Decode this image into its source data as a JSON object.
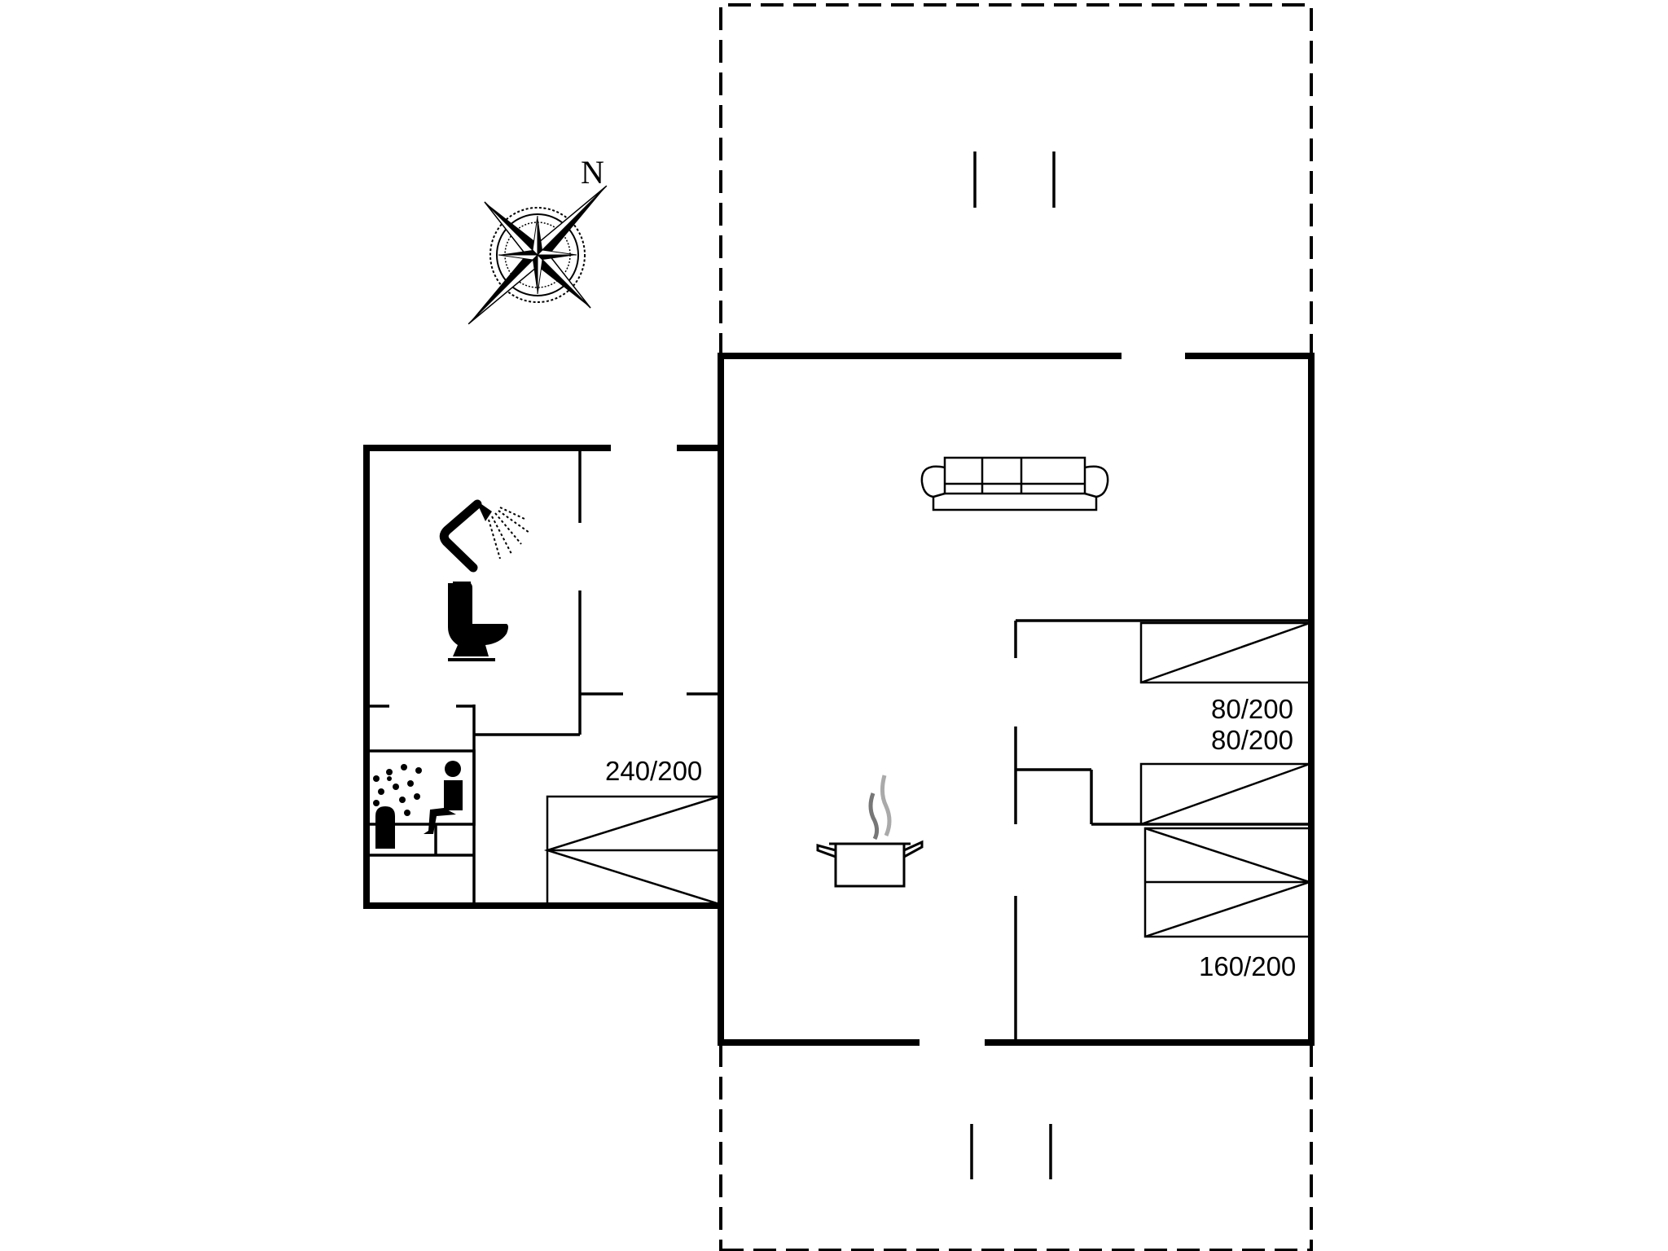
{
  "compass": {
    "north_label": "N"
  },
  "bed_labels": {
    "bed_240": "240/200",
    "bed_80_upper": "80/200",
    "bed_80_lower": "80/200",
    "bed_160": "160/200"
  },
  "icons": [
    "compass-rose-icon",
    "shower-icon",
    "toilet-icon",
    "sauna-icon",
    "sofa-icon",
    "cooking-pot-icon"
  ],
  "colors": {
    "line": "#000000",
    "background": "#ffffff"
  }
}
